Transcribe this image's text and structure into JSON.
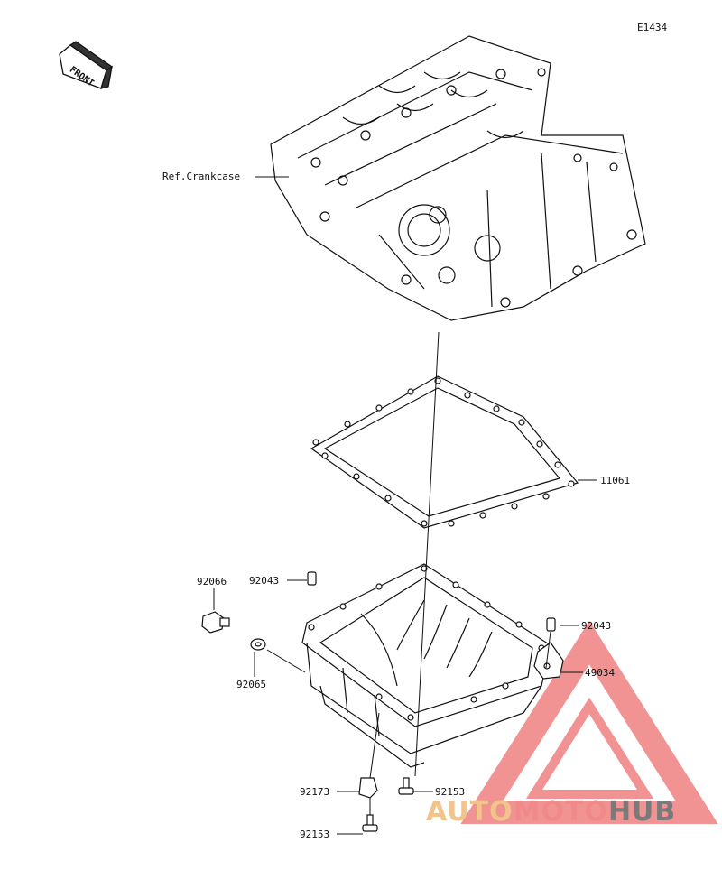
{
  "diagram": {
    "code": "E1434",
    "front_arrow": "FRONT",
    "parts": {
      "crankcase": "Ref.Crankcase",
      "gasket": "11061",
      "plug": "92066",
      "pin_left": "92043",
      "washer": "92065",
      "pin_right": "92043",
      "bracket": "49034",
      "bolt_right": "92153",
      "clamp": "92173",
      "bolt_bottom": "92153"
    }
  },
  "watermark": {
    "part1": "AUTO",
    "part2": "MOTO",
    "part3": "HUB",
    "colors": {
      "auto": "#f2c38a",
      "moto": "#f08a8a",
      "hub": "#7a7a7a",
      "triangle": "#f08080"
    }
  }
}
